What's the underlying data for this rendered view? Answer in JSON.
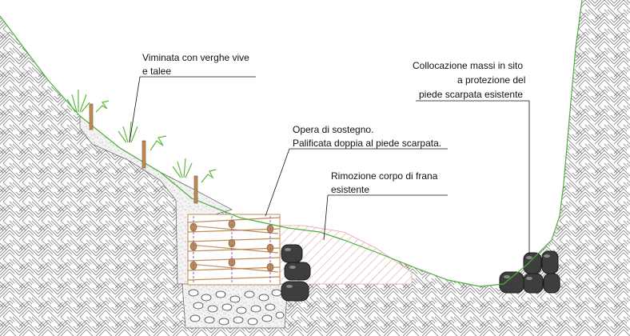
{
  "labels": {
    "viminata_line1": "Viminata con verghe vive",
    "viminata_line2": "e talee",
    "opera_line1": "Opera di sostegno.",
    "opera_line2": "Palificata doppia al piede scarpata.",
    "rimozione_line1": "Rimozione corpo di frana",
    "rimozione_line2": "esistente",
    "massi_line1": "Collocazione massi in sito",
    "massi_line2": "a protezione del",
    "massi_line3": "piede scarpata esistente"
  },
  "colors": {
    "ground_line": "#4caf3a",
    "hatch": "#7a7a7a",
    "timber": "#c08a55",
    "landslide_hatch": "#e6a3a3",
    "boulder": "#3e3e3e",
    "plant": "#5cb83c",
    "leader": "#111111"
  }
}
